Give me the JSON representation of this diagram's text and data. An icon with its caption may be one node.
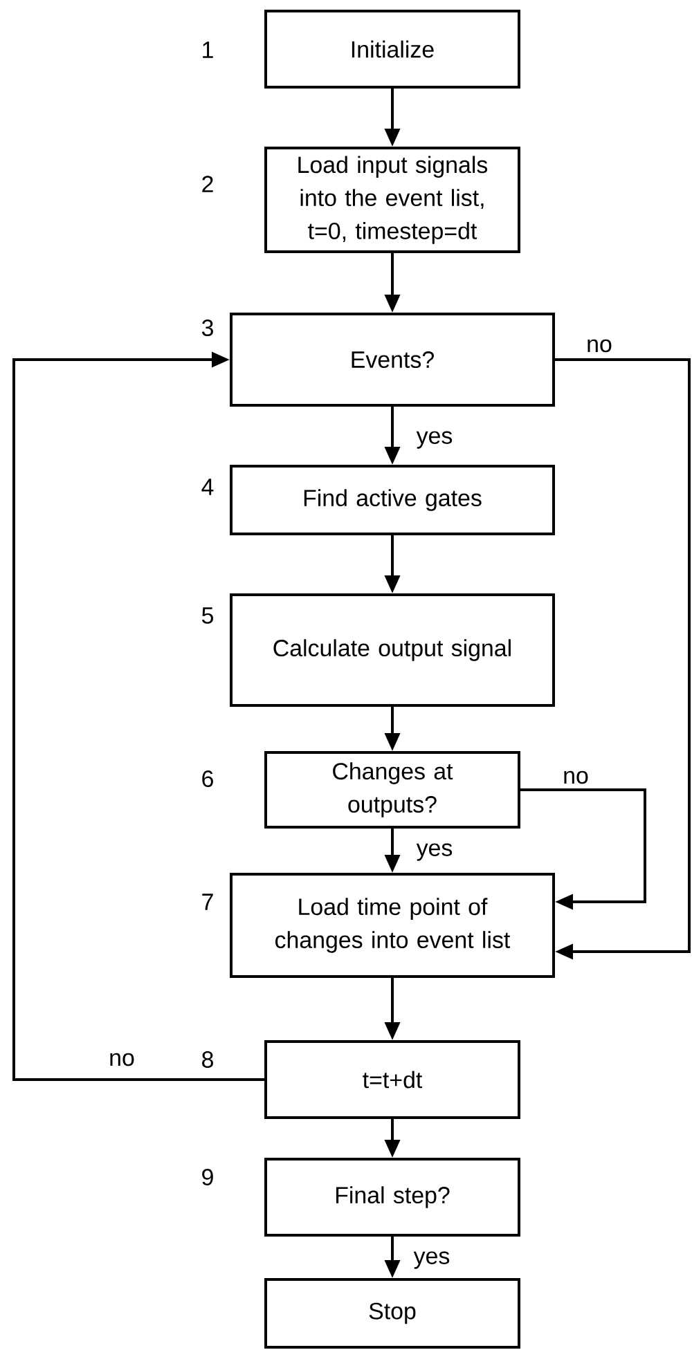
{
  "diagram": {
    "nodes": [
      {
        "text": [
          "Initialize"
        ],
        "beside": [
          "1"
        ]
      },
      {
        "text": [
          "Load input signals into the event list, t=0, timestep=dt"
        ],
        "beside": [
          "2"
        ]
      },
      {
        "text": [
          "Events?"
        ],
        "beside": [
          "3"
        ]
      },
      {
        "text": [
          "Find active gates"
        ],
        "beside": [
          "4"
        ]
      },
      {
        "text": [
          "Calculate output signal"
        ],
        "beside": [
          "5"
        ]
      },
      {
        "text": [
          "Changes at outputs?"
        ],
        "beside": [
          "6"
        ]
      },
      {
        "text": [
          "Load time point of changes into event list"
        ],
        "beside": [
          "7"
        ]
      },
      {
        "text": [
          "t=t+dt"
        ],
        "beside": [
          "8"
        ]
      },
      {
        "text": [
          "Final step?"
        ],
        "beside": [
          "9"
        ]
      },
      {
        "text": [
          "Stop"
        ]
      }
    ],
    "edges": [
      {
        "from": 0,
        "to": 1,
        "arrow": "to"
      },
      {
        "from": 1,
        "to": 2,
        "arrow": "to"
      },
      {
        "from": 2,
        "to": 3,
        "arrow": "to",
        "label": "yes"
      },
      {
        "from": 3,
        "to": 4,
        "arrow": "to"
      },
      {
        "from": 4,
        "to": 5,
        "arrow": "to"
      },
      {
        "from": 5,
        "to": 6,
        "arrow": "to",
        "label": "yes"
      },
      {
        "from": 5,
        "to": 6,
        "arrow": "to",
        "label": "no"
      },
      {
        "from": 2,
        "to": 6,
        "arrow": "to",
        "label": "no"
      },
      {
        "from": 6,
        "to": 7,
        "arrow": "to"
      },
      {
        "from": 7,
        "to": 2,
        "arrow": "to",
        "label": "no"
      },
      {
        "from": 7,
        "to": 8,
        "arrow": "to"
      },
      {
        "from": 8,
        "to": 9,
        "arrow": "to",
        "label": "yes"
      }
    ]
  }
}
